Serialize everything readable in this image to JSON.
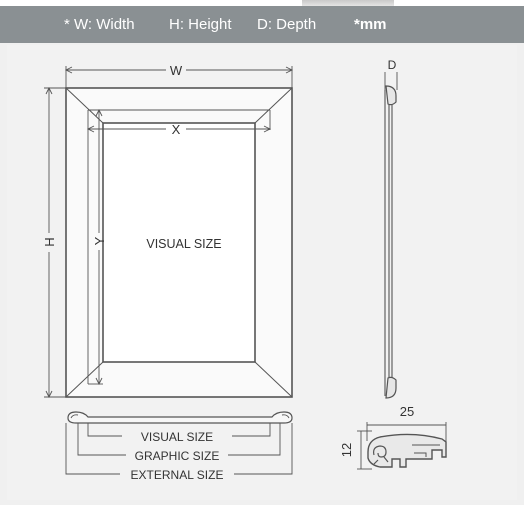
{
  "header": {
    "w_label": "* W: Width",
    "h_label": "H: Height",
    "d_label": "D: Depth",
    "unit_label": "*mm"
  },
  "front_view": {
    "width_label": "W",
    "height_label": "H",
    "visual_width_label": "X",
    "visual_height_label": "Y",
    "center_label": "VISUAL SIZE"
  },
  "side_view": {
    "depth_label": "D"
  },
  "section_view": {
    "visual_size_label": "VISUAL SIZE",
    "graphic_size_label": "GRAPHIC SIZE",
    "external_size_label": "EXTERNAL SIZE"
  },
  "profile_view": {
    "width_value": "25",
    "height_value": "12"
  }
}
